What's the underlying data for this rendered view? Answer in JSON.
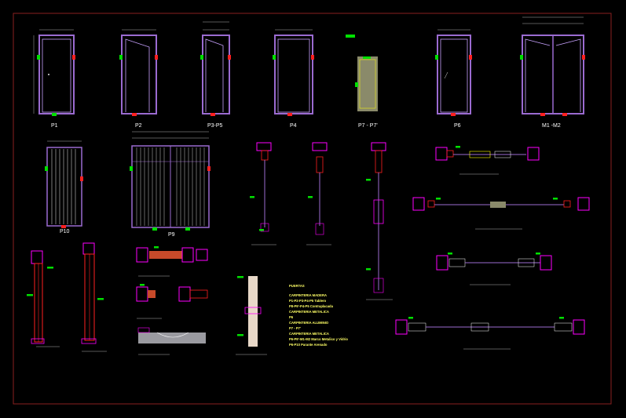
{
  "drawing": {
    "door_labels": {
      "p1": "P1",
      "p2": "P2",
      "p3p5": "P3-P5",
      "p4": "P4",
      "p7": "P7 - P7'",
      "p6": "P6",
      "m1m2": "M1 -M2",
      "p10": "P10",
      "p9": "P9"
    },
    "notes": {
      "title": "PUERTAS",
      "lines": [
        "CARPINTERIA MADERA",
        "P1-P2-P3-P4-P5 Tablero",
        "P8-P9'-P4-P5 Contraplacada",
        "CARPINTERIA METALICA",
        "P6",
        "CARPINTERIA ALUMINIO",
        "P7 - P7'",
        "CARPINTERIA METALICA",
        "P6-P9'-M1-M2 Marco Metalico y Vidrio",
        "P6-P10 Parante Arenado"
      ]
    },
    "colors": {
      "background": "#000000",
      "frame": "#9b6bd1",
      "leaf": "#c8a2ff",
      "magenta": "#ff00ff",
      "red": "#ff2020",
      "green": "#00e000",
      "yellow": "#ffff00",
      "white": "#ffffff",
      "border": "#8a2020"
    }
  }
}
